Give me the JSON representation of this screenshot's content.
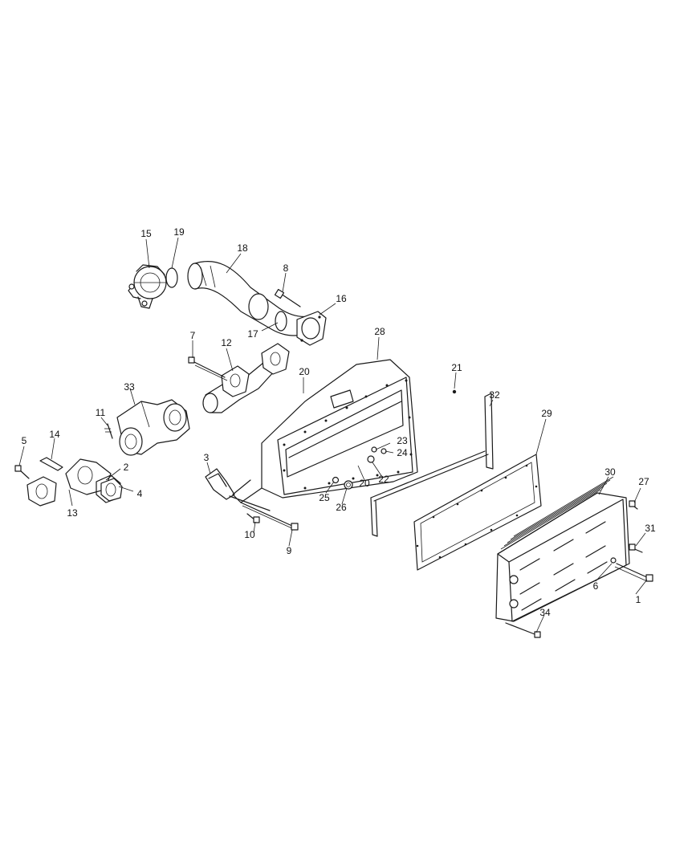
{
  "diagram": {
    "callouts": [
      {
        "id": "c1",
        "text": "1"
      },
      {
        "id": "c2",
        "text": "2"
      },
      {
        "id": "c3",
        "text": "3"
      },
      {
        "id": "c4",
        "text": "4"
      },
      {
        "id": "c5",
        "text": "5"
      },
      {
        "id": "c6",
        "text": "6"
      },
      {
        "id": "c7",
        "text": "7"
      },
      {
        "id": "c8",
        "text": "8"
      },
      {
        "id": "c9",
        "text": "9"
      },
      {
        "id": "c10",
        "text": "10"
      },
      {
        "id": "c11",
        "text": "11"
      },
      {
        "id": "c12",
        "text": "12"
      },
      {
        "id": "c13",
        "text": "13"
      },
      {
        "id": "c14",
        "text": "14"
      },
      {
        "id": "c15",
        "text": "15"
      },
      {
        "id": "c16",
        "text": "16"
      },
      {
        "id": "c17",
        "text": "17"
      },
      {
        "id": "c18",
        "text": "18"
      },
      {
        "id": "c19",
        "text": "19"
      },
      {
        "id": "c20a",
        "text": "20"
      },
      {
        "id": "c20b",
        "text": "20"
      },
      {
        "id": "c21",
        "text": "21"
      },
      {
        "id": "c22",
        "text": "22"
      },
      {
        "id": "c23",
        "text": "23"
      },
      {
        "id": "c24",
        "text": "24"
      },
      {
        "id": "c25",
        "text": "25"
      },
      {
        "id": "c26",
        "text": "26"
      },
      {
        "id": "c27",
        "text": "27"
      },
      {
        "id": "c28",
        "text": "28"
      },
      {
        "id": "c29",
        "text": "29"
      },
      {
        "id": "c30",
        "text": "30"
      },
      {
        "id": "c31",
        "text": "31"
      },
      {
        "id": "c32",
        "text": "32"
      },
      {
        "id": "c33",
        "text": "33"
      },
      {
        "id": "c34",
        "text": "34"
      }
    ]
  }
}
